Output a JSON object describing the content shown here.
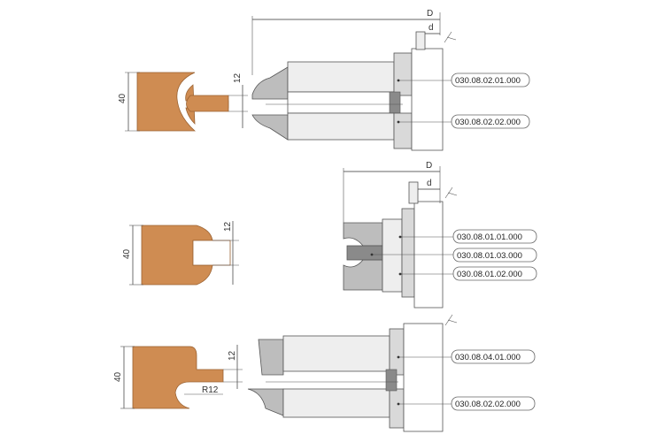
{
  "colors": {
    "profile": "#cf8c52",
    "profile_stroke": "#9a6232",
    "body_light": "#eeeeee",
    "body_mid": "#d9d9d9",
    "cutter": "#bdbdbd",
    "cutter_dark": "#8a8a8a",
    "outline": "#555555"
  },
  "row1": {
    "dim_height": "40",
    "dim_tongue": "12",
    "dim_overall": "D",
    "dim_bore": "d",
    "parts": [
      "030.08.02.01.000",
      "030.08.02.02.000"
    ]
  },
  "row2": {
    "dim_height": "40",
    "dim_tongue": "12",
    "dim_overall": "D",
    "dim_bore": "d",
    "parts": [
      "030.08.01.01.000",
      "030.08.01.03.000",
      "030.08.01.02.000"
    ]
  },
  "row3": {
    "dim_height": "40",
    "dim_tongue": "12",
    "dim_radius": "R12",
    "parts": [
      "030.08.04.01.000",
      "030.08.02.02.000"
    ]
  }
}
